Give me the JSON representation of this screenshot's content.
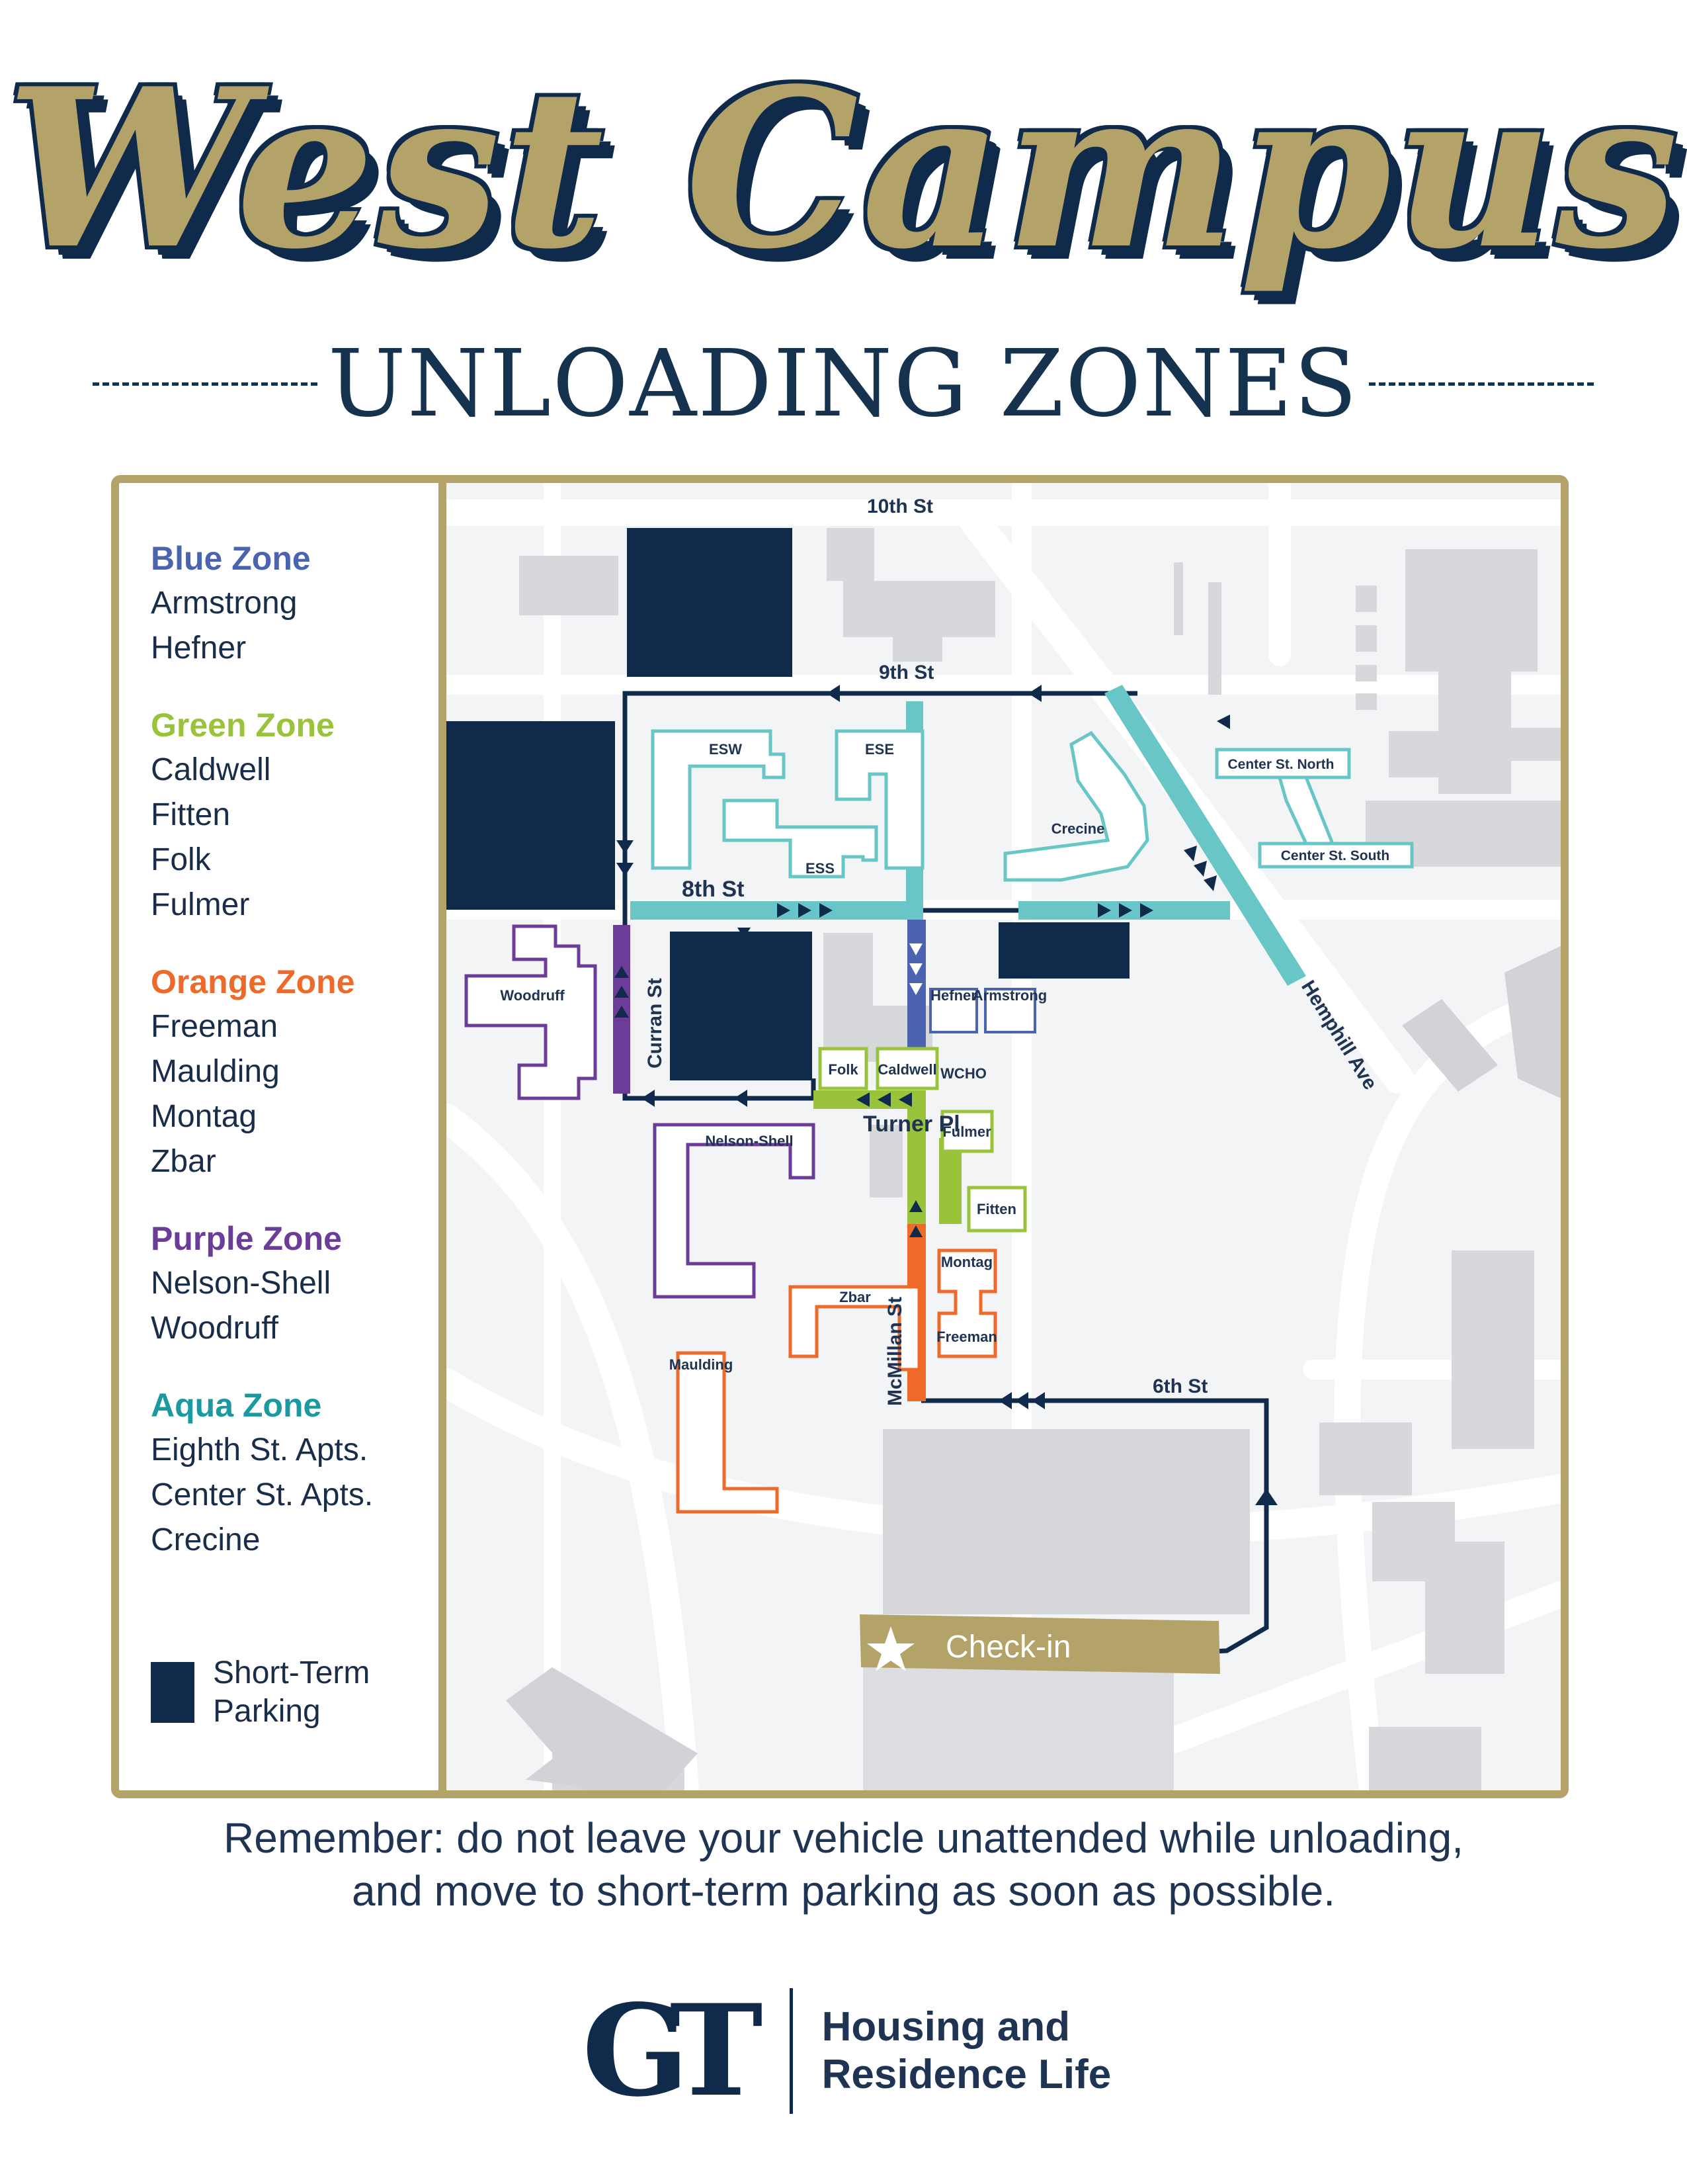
{
  "header": {
    "title": "West Campus",
    "subtitle": "UNLOADING ZONES"
  },
  "colors": {
    "gold": "#b3a369",
    "navy": "#0f2a4a",
    "blue_zone": "#4a64b0",
    "green_zone": "#9ac33c",
    "orange_zone": "#ee6a2b",
    "purple_zone": "#6b3d98",
    "aqua_zone": "#68c6c6"
  },
  "legend": {
    "zones": [
      {
        "name": "Blue Zone",
        "color": "#4a64b0",
        "buildings": [
          "Armstrong",
          "Hefner"
        ]
      },
      {
        "name": "Green Zone",
        "color": "#9ac33c",
        "buildings": [
          "Caldwell",
          "Fitten",
          "Folk",
          "Fulmer"
        ]
      },
      {
        "name": "Orange Zone",
        "color": "#ee6a2b",
        "buildings": [
          "Freeman",
          "Maulding",
          "Montag",
          "Zbar"
        ]
      },
      {
        "name": "Purple Zone",
        "color": "#6b3d98",
        "buildings": [
          "Nelson-Shell",
          "Woodruff"
        ]
      },
      {
        "name": "Aqua Zone",
        "color": "#1a9aa0",
        "buildings": [
          "Eighth St. Apts.",
          "Center St. Apts.",
          "Crecine"
        ]
      }
    ],
    "short_term": {
      "line1": "Short-Term",
      "line2": "Parking"
    }
  },
  "map": {
    "streets": {
      "tenth": "10th St",
      "ninth": "9th St",
      "eighth": "8th St",
      "curran": "Curran St",
      "turner": "Turner Pl",
      "mcmillan": "McMillan St",
      "sixth": "6th St",
      "hemphill": "Hemphill Ave"
    },
    "buildings": {
      "esw": "ESW",
      "ese": "ESE",
      "ess": "ESS",
      "crecine": "Crecine",
      "center_north": "Center St. North",
      "center_south": "Center St. South",
      "woodruff": "Woodruff",
      "hefner": "Hefner",
      "armstrong": "Armstrong",
      "folk": "Folk",
      "caldwell": "Caldwell",
      "wcho": "WCHO",
      "fulmer": "Fulmer",
      "fitten": "Fitten",
      "nelson_shell": "Nelson-Shell",
      "montag": "Montag",
      "freeman": "Freeman",
      "zbar": "Zbar",
      "maulding": "Maulding"
    },
    "checkin": "Check-in"
  },
  "reminder": {
    "line1": "Remember: do not leave your vehicle unattended while unloading,",
    "line2": "and move to short-term parking as soon as possible."
  },
  "footer": {
    "logo": "GT",
    "org_line1": "Housing and",
    "org_line2": "Residence Life"
  }
}
